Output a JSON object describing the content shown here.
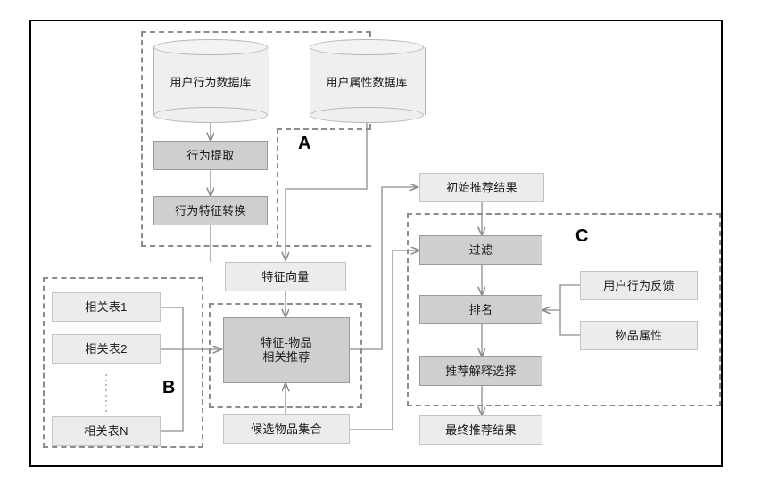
{
  "diagram": {
    "type": "flowchart",
    "title": "",
    "groups": [
      {
        "id": "A",
        "label": "A"
      },
      {
        "id": "B",
        "label": "B"
      },
      {
        "id": "C",
        "label": "C"
      }
    ],
    "nodes": {
      "user_behavior_db": "用户行为数据库",
      "user_attribute_db": "用户属性数据库",
      "behavior_extract": "行为提取",
      "behavior_feature_transform": "行为特征转换",
      "feature_vector": "特征向量",
      "related_table_1": "相关表1",
      "related_table_2": "相关表2",
      "related_table_n": "相关表N",
      "feature_item_rec_line1": "特征-物品",
      "feature_item_rec_line2": "相关推荐",
      "candidate_item_set": "候选物品集合",
      "initial_rec_result": "初始推荐结果",
      "filter": "过滤",
      "ranking": "排名",
      "rec_explanation_select": "推荐解释选择",
      "user_behavior_feedback": "用户行为反馈",
      "item_attribute": "物品属性",
      "final_rec_result": "最终推荐结果"
    },
    "colors": {
      "process_fill": "#cfcfcf",
      "process_border": "#9a9a9a",
      "light_fill": "#ececec",
      "light_border": "#c4c4c4",
      "db_fill": "#efefef",
      "db_border": "#b6b6b6",
      "group_border": "#8c8c8c",
      "connector": "#8c8c8c",
      "frame_border": "#000000"
    }
  }
}
